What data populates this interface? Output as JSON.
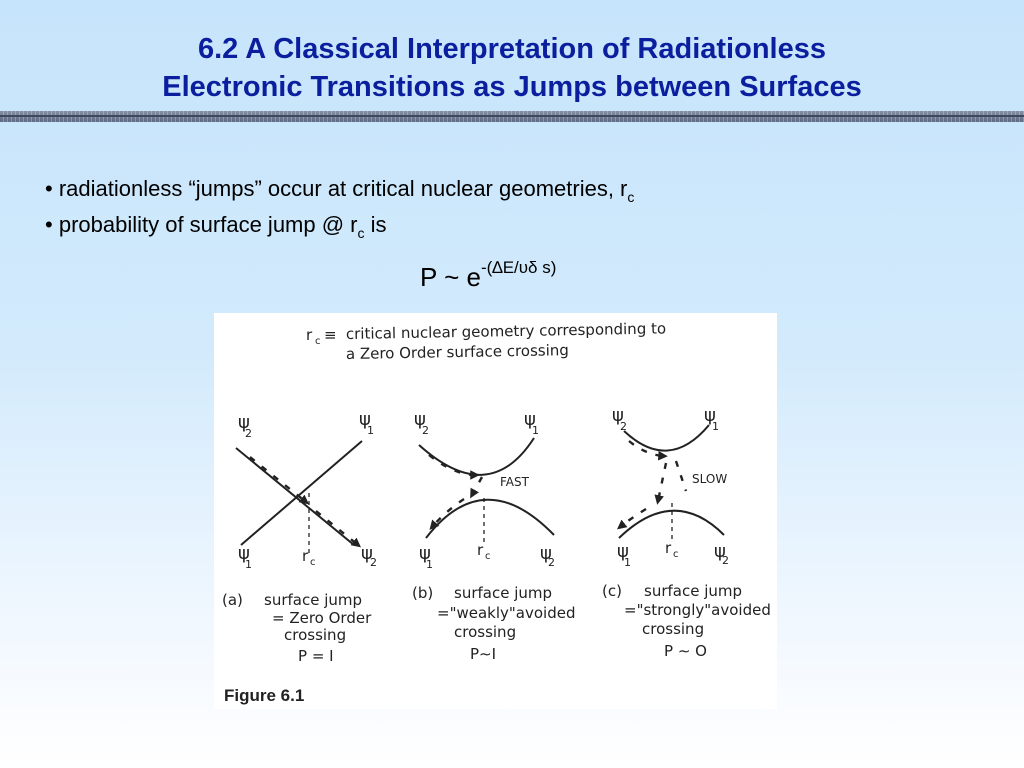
{
  "slide": {
    "title_line1": "6.2  A Classical Interpretation of Radiationless",
    "title_line2": "Electronic Transitions as Jumps between Surfaces",
    "bullets": [
      {
        "marker": "•",
        "text": "radiationless “jumps” occur at critical nuclear geometries, r",
        "sub": "c",
        "tail": ""
      },
      {
        "marker": "•",
        "text": "probability of surface jump @ r",
        "sub": "c",
        "tail": " is"
      }
    ],
    "formula": {
      "base": "P ~ e",
      "exponent": "-(∆E/υδ s)"
    }
  },
  "figure": {
    "definition_line1": "critical  nuclear  geometry  corresponding  to",
    "definition_line2": "a Zero  Order  surface  crossing",
    "definition_symbol": "r",
    "definition_sub": "c",
    "definition_equiv": "≡",
    "caption": "Figure 6.1",
    "psi": "ψ",
    "panels": [
      {
        "label": "(a)",
        "line1": "surface jump",
        "line2": "= Zero Order",
        "line3": "crossing",
        "prob": "P = I",
        "speed": ""
      },
      {
        "label": "(b)",
        "line1": "surface jump",
        "line2": "=\"weakly\"avoided",
        "line3": "crossing",
        "prob": "P∼I",
        "speed": "FAST"
      },
      {
        "label": "(c)",
        "line1": "surface jump",
        "line2": "=\"strongly\"avoided",
        "line3": "crossing",
        "prob": "P ∼ O",
        "speed": "SLOW"
      }
    ],
    "sub_1": "1",
    "sub_2": "2",
    "rc": "r",
    "rc_sub": "c"
  }
}
